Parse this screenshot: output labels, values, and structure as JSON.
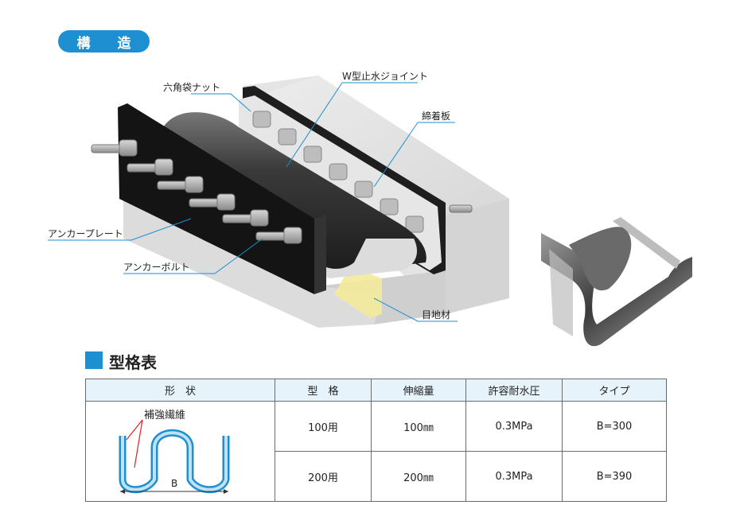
{
  "section_label": "構 造",
  "callouts": {
    "hex_nut": "六角袋ナット",
    "w_joint": "W型止水ジョイント",
    "clamp_plate": "締着板",
    "anchor_plate": "アンカープレート",
    "anchor_bolt": "アンカーボルト",
    "joint_filler": "目地材"
  },
  "spec_section_title": "型格表",
  "table": {
    "headers": [
      "形　状",
      "型　格",
      "伸縮量",
      "許容耐水圧",
      "タイプ"
    ],
    "rows": [
      {
        "model": "100用",
        "expansion": "100㎜",
        "pressure": "0.3MPa",
        "type": "B=300"
      },
      {
        "model": "200用",
        "expansion": "200㎜",
        "pressure": "0.3MPa",
        "type": "B=390"
      }
    ]
  },
  "shape_diagram": {
    "reinforcement_label": "補強繊維",
    "width_label": "B"
  },
  "colors": {
    "accent": "#1e8fd0",
    "table_header_bg": "#e6f3fb",
    "rubber": "#2b2b2b",
    "concrete": "#e2e2e2",
    "filler": "#f3ea9a"
  }
}
